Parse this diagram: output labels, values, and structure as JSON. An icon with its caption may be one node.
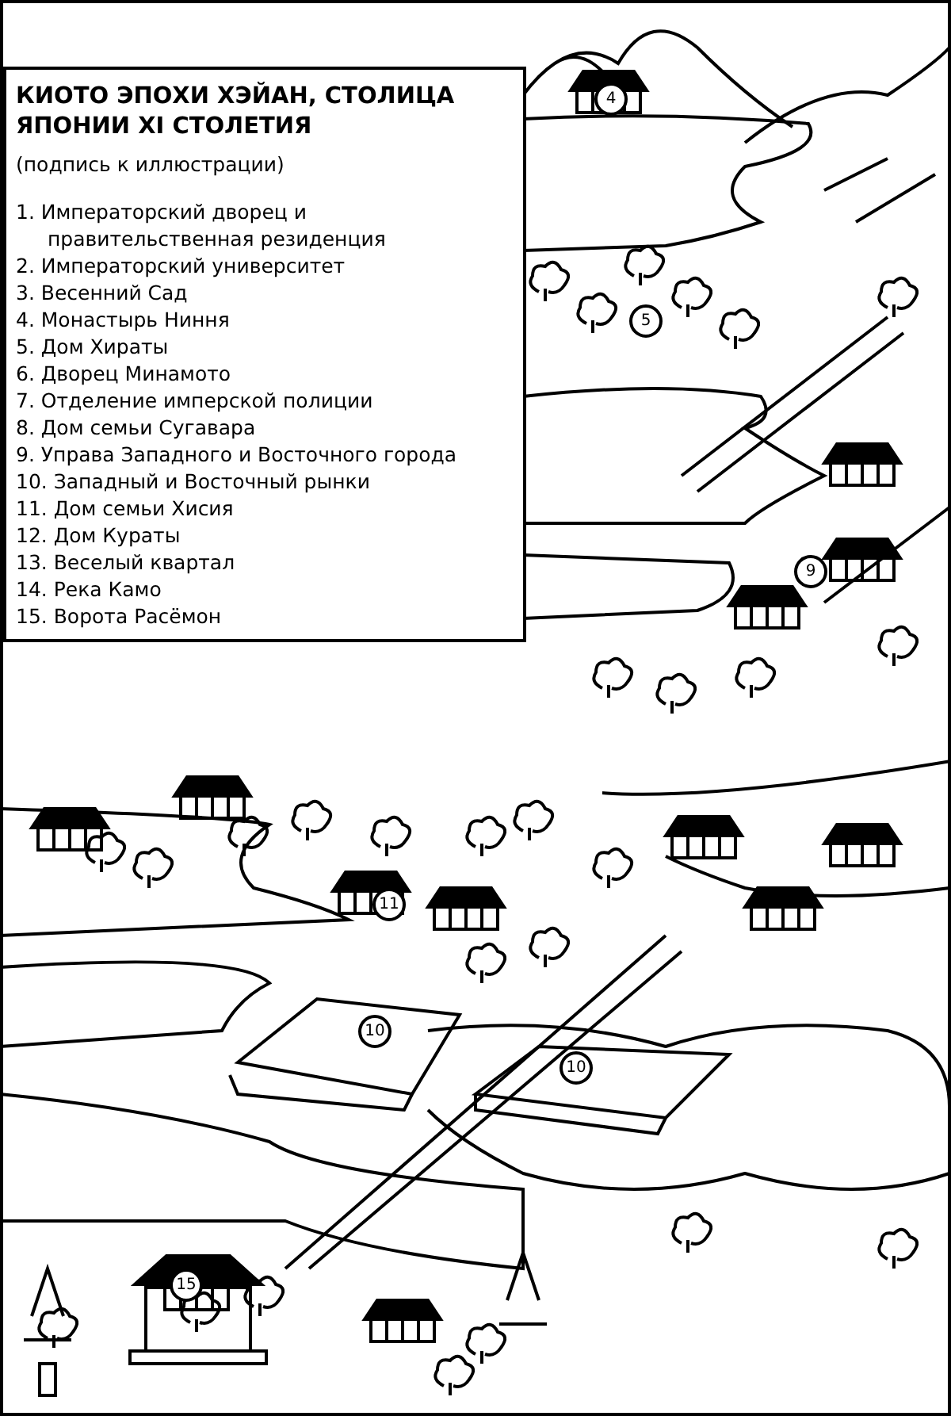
{
  "diagram": {
    "title": "КИОТО ЭПОХИ ХЭЙАН, СТОЛИЦА ЯПОНИИ XI СТОЛЕТИЯ",
    "labels": [
      "(подпись к иллюстрации)",
      "1. Императорский дворец и правительственная резиденция",
      "2. Императорский университет",
      "3. Весенний Сад",
      "4. Монастырь Ниння",
      "5. Дом Хираты",
      "6. Дворец Минамото",
      "7. Отделение имперской полиции",
      "8. Дом семьи Сугавара",
      "9. Управа Западного и Восточного города",
      "10. Западный и Восточный рынки",
      "11. Дом семьи Хисия",
      "12. Дом Кураты",
      "13. Веселый квартал",
      "14. Река Камо",
      "15. Ворота Расёмон",
      "4",
      "5",
      "9",
      "11",
      "10",
      "10",
      "15"
    ]
  }
}
